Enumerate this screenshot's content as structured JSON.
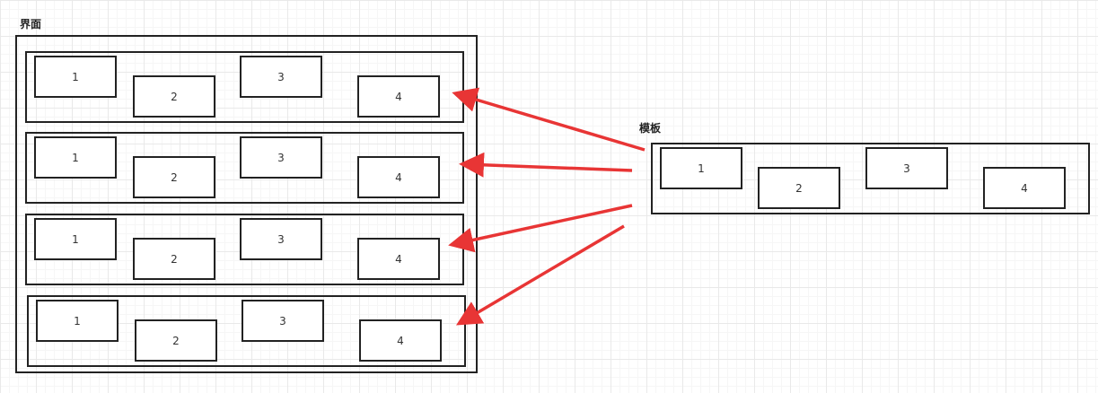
{
  "interface": {
    "title": "界面",
    "rows": [
      {
        "cells": [
          "1",
          "2",
          "3",
          "4"
        ]
      },
      {
        "cells": [
          "1",
          "2",
          "3",
          "4"
        ]
      },
      {
        "cells": [
          "1",
          "2",
          "3",
          "4"
        ]
      },
      {
        "cells": [
          "1",
          "2",
          "3",
          "4"
        ]
      }
    ]
  },
  "template": {
    "title": "模板",
    "cells": [
      "1",
      "2",
      "3",
      "4"
    ]
  },
  "colors": {
    "arrow": "#e83535",
    "stroke": "#222222"
  }
}
